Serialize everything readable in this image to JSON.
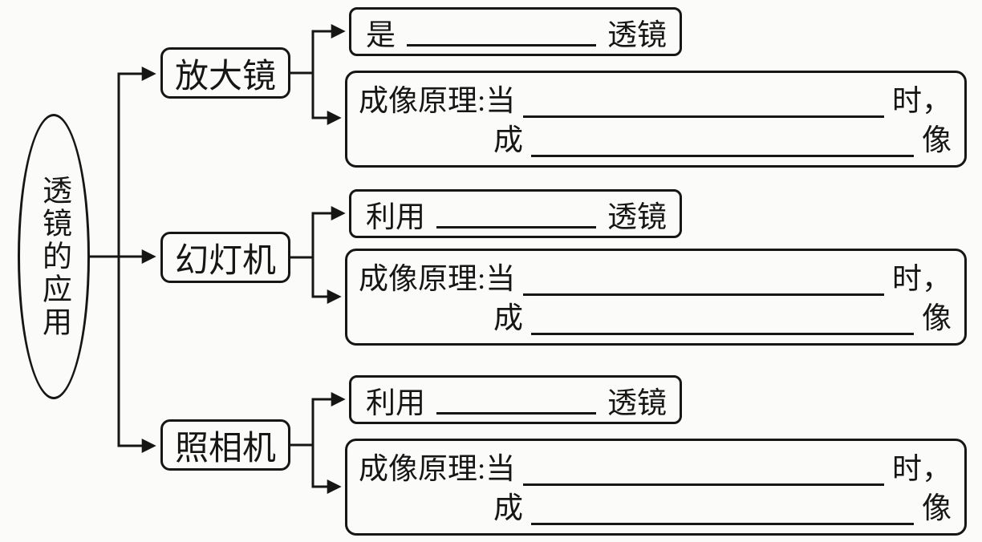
{
  "page": {
    "background": "#fbfbf9",
    "line_color": "#161616"
  },
  "root_node": {
    "label": "透镜的应用"
  },
  "branches": [
    {
      "label": "放大镜",
      "lens_type": {
        "prefix": "是",
        "suffix": "透镜"
      },
      "principle": {
        "line1_label": "成像原理:当",
        "line1_suffix": "时，",
        "line2_prefix": "成",
        "line2_suffix": "像"
      }
    },
    {
      "label": "幻灯机",
      "lens_type": {
        "prefix": "利用",
        "suffix": "透镜"
      },
      "principle": {
        "line1_label": "成像原理:当",
        "line1_suffix": "时，",
        "line2_prefix": "成",
        "line2_suffix": "像"
      }
    },
    {
      "label": "照相机",
      "lens_type": {
        "prefix": "利用",
        "suffix": "透镜"
      },
      "principle": {
        "line1_label": "成像原理:当",
        "line1_suffix": "时，",
        "line2_prefix": "成",
        "line2_suffix": "像"
      }
    }
  ]
}
